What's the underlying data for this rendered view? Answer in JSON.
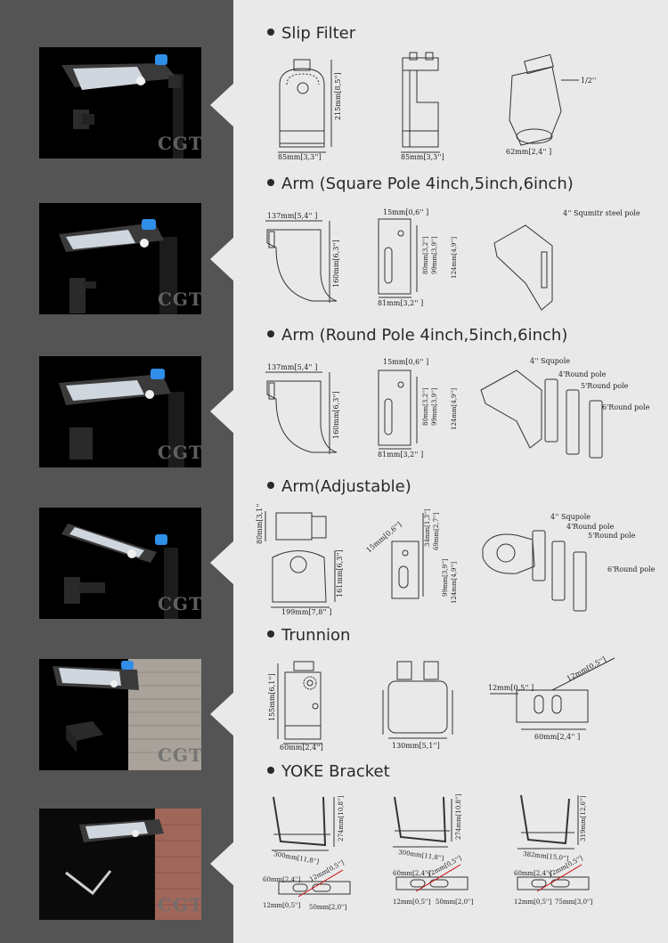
{
  "watermark": "CGT",
  "watermark_mark": "®",
  "sections": [
    {
      "title": "Slip Filter",
      "dims": {
        "a_w": "85mm[3,3'']",
        "a_h": "215mm[8,5'']",
        "b_w": "85mm[3,3'']",
        "c_w": "62mm[2,4'' ]",
        "c_t": "1/2''"
      }
    },
    {
      "title": "Arm (Square Pole 4inch,5inch,6inch)",
      "dims": {
        "a_w": "137mm[5,4'' ]",
        "a_h": "160mm[6,3'']",
        "b_top": "15mm[0,6'' ]",
        "b_w": "81mm[3,2'' ]",
        "b_1": "80mm[3,2'']",
        "b_2": "99mm[3,9'']",
        "b_3": "124mm[4,9'']",
        "c_t1": "4'' Squmitr steel pole"
      }
    },
    {
      "title": "Arm (Round Pole 4inch,5inch,6inch)",
      "dims": {
        "a_w": "137mm[5,4'' ]",
        "a_h": "160mm[6,3'']",
        "b_top": "15mm[0,6'' ]",
        "b_w": "81mm[3,2'' ]",
        "b_1": "80mm[3,2'']",
        "b_2": "99mm[3,9'']",
        "b_3": "124mm[4,9'']",
        "c_t1": "4'' Squpole",
        "c_t2": "4'Round pole",
        "c_t3": "5'Round pole",
        "c_t4": "6'Round pole"
      }
    },
    {
      "title": "Arm(Adjustable)",
      "dims": {
        "a_h1": "80mm[3,1'']",
        "a_h2": "161mm[6,3'']",
        "a_w": "199mm[7,8'' ]",
        "b_top": "15mm[0,6'']",
        "b_1": "34mm[1,3'']",
        "b_2": "69mm[2,7'']",
        "b_3": "99mm[3,9'']",
        "b_4": "124mm[4,9'']",
        "c_t1": "4'' Squpole",
        "c_t2": "4'Round pole",
        "c_t3": "5'Round pole",
        "c_t4": "6'Round pole"
      }
    },
    {
      "title": "Trunnion",
      "dims": {
        "a_h": "155mm[6,1'']",
        "a_w": "60mm[2,4'']",
        "b_w": "130mm[5,1'']",
        "c_1": "12mm[0,5'' ]",
        "c_2": "12mm[0,5'']",
        "c_3": "60mm[2,4'' ]"
      }
    },
    {
      "title": "YOKE Bracket",
      "dims": {
        "a_w": "300mm[11,8'']",
        "a_h": "274mm[10,8'']",
        "b_w": "300mm[11,8'']",
        "b_h": "274mm[10,8'']",
        "c_w": "382mm[15,0'']",
        "c_h": "319mm[12,6'']",
        "s1_a": "60mm[2,4'']",
        "s1_b": "12mm[0,5'']",
        "s1_c": "12mm[0,5'']",
        "s1_d": "50mm[2,0'']",
        "s2_a": "60mm[2,4'']",
        "s2_b": "12mm[0,5'']",
        "s2_c": "12mm[0,5'']",
        "s2_d": "50mm[2,0'']",
        "s3_a": "60mm[2,4'']",
        "s3_b": "12mm[0,5'']",
        "s3_c": "12mm[0,5'']",
        "s3_d": "75mm[3,0'']"
      }
    }
  ]
}
